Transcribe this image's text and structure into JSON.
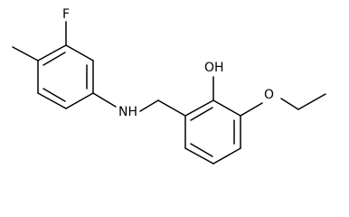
{
  "molecule": {
    "atom_labels": {
      "fluorine": "F",
      "amine": "NH",
      "hydroxyl": "OH",
      "ether_oxygen": "O"
    }
  }
}
